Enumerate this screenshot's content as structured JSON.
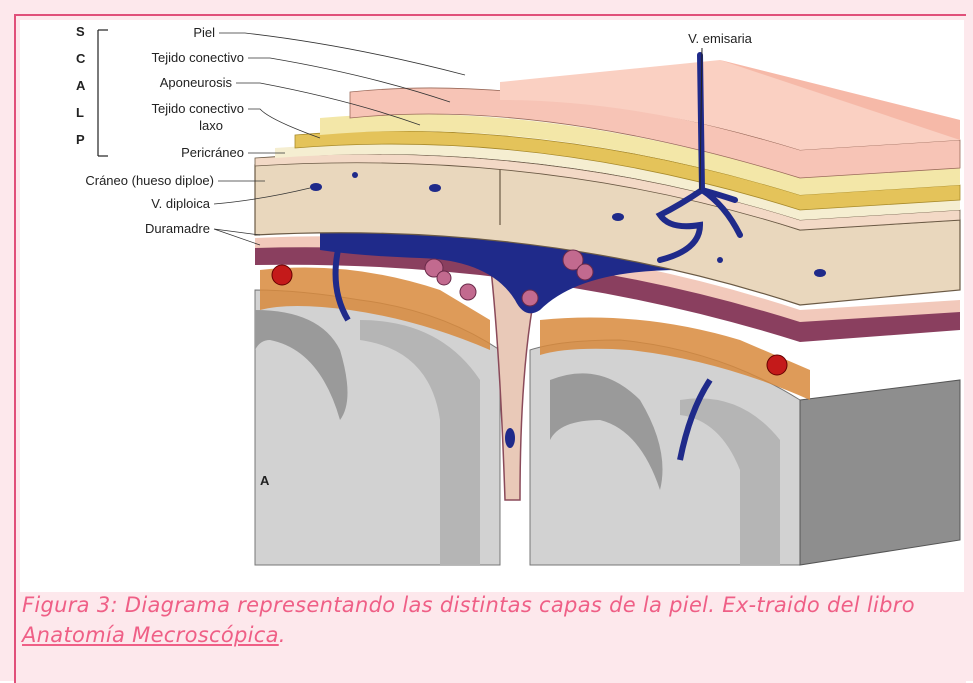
{
  "scalp_letters": [
    "S",
    "C",
    "A",
    "L",
    "P"
  ],
  "labels": {
    "piel": "Piel",
    "tejido_conectivo": "Tejido conectivo",
    "aponeurosis": "Aponeurosis",
    "tejido_laxo_1": "Tejido conectivo",
    "tejido_laxo_2": "laxo",
    "pericraneo": "Pericráneo",
    "craneo": "Cráneo (hueso diploe)",
    "v_diploica": "V. diploica",
    "duramadre": "Duramadre",
    "v_emisaria": "V. emisaria",
    "panel_letter": "A"
  },
  "caption": {
    "text": "Figura 3: Diagrama representando las distintas capas de la piel. Ex-traido del libro ",
    "link": "Anatomía Mecroscópica",
    "end": "."
  },
  "colors": {
    "accent": "#ef5f86",
    "skin": "#f7c4b6",
    "vein": "#1f2a8a",
    "bone": "#e9d7bd",
    "brain": "#c9c9c9"
  }
}
